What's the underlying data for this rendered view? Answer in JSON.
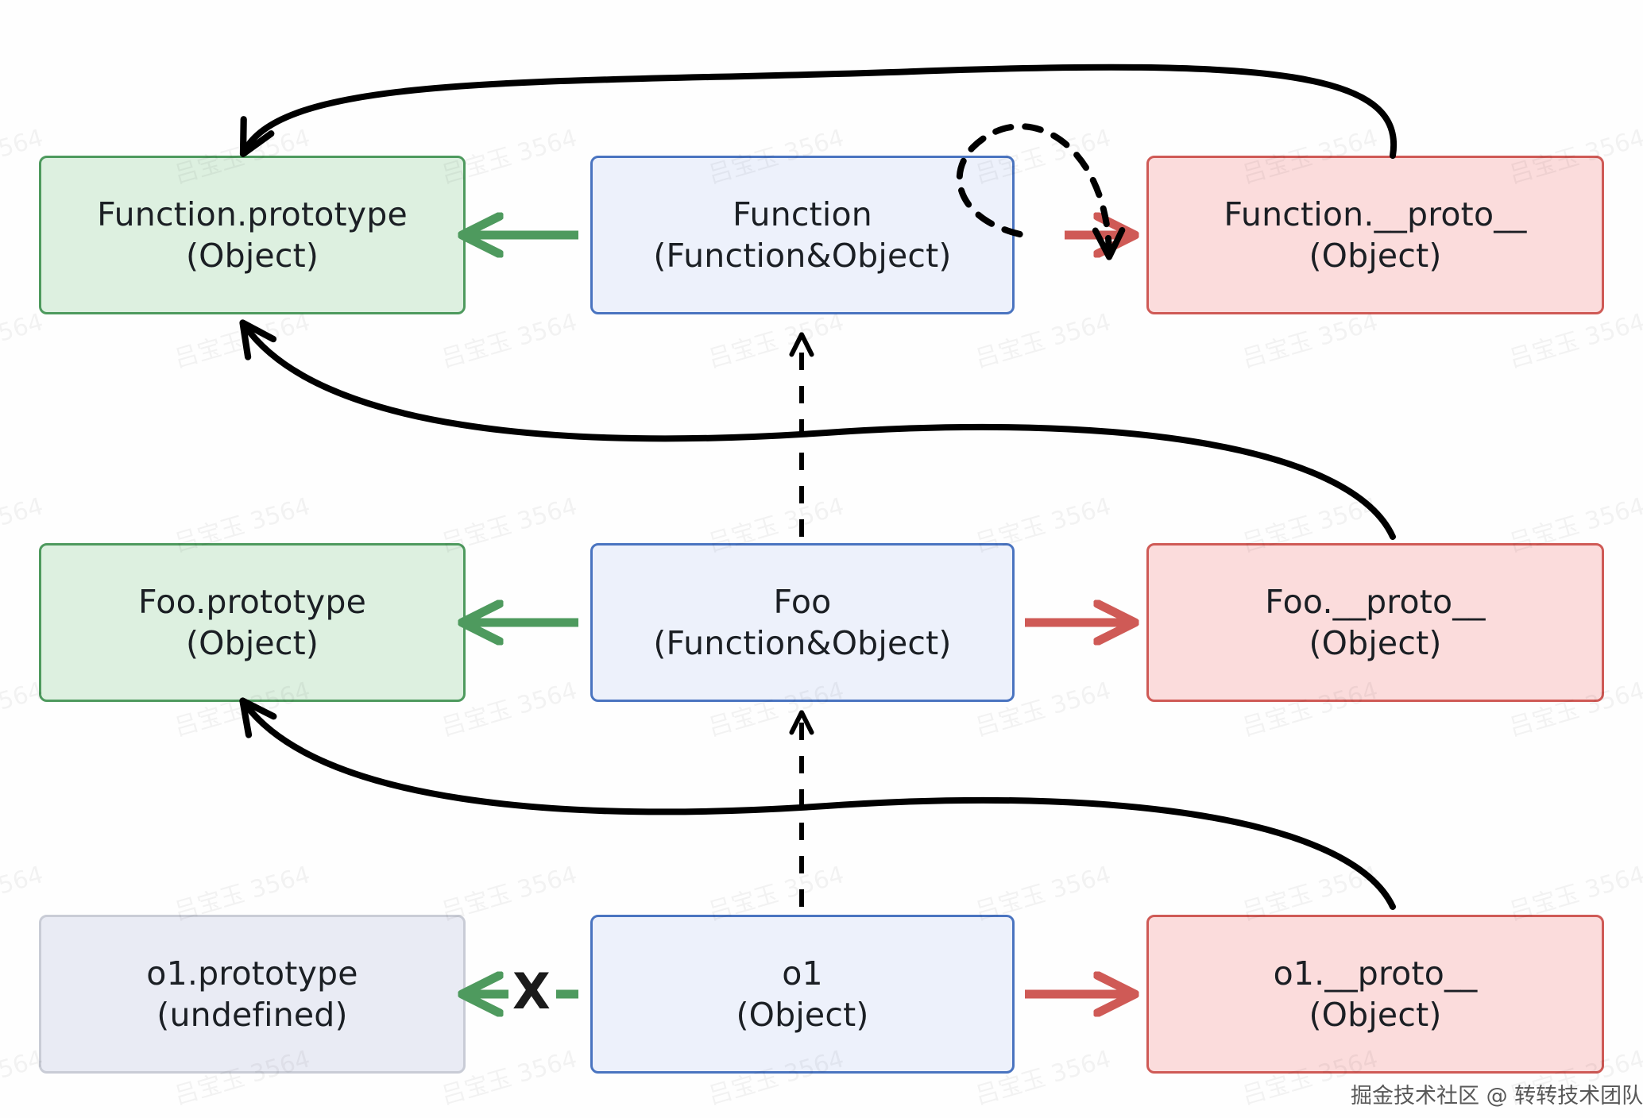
{
  "diagram": {
    "title": "JavaScript prototype chain diagram",
    "background": "#fefefe",
    "colors": {
      "green_fill": "#ddf0e0",
      "green_stroke": "#4e9a5e",
      "blue_fill": "#edf1fb",
      "blue_stroke": "#4a74c0",
      "red_fill": "#fbdcdc",
      "red_stroke": "#cf5a56",
      "grey_fill": "#e9ebf4",
      "grey_stroke": "#c9ccd6",
      "prototype_arrow": "#4e9a5e",
      "proto_arrow": "#cf5a56",
      "chain_arrow": "#000000"
    },
    "nodes": [
      {
        "id": "function-prototype",
        "line1": "Function.prototype",
        "line2": "(Object)",
        "variant": "green"
      },
      {
        "id": "function",
        "line1": "Function",
        "line2": "(Function&Object)",
        "variant": "blue"
      },
      {
        "id": "function-proto",
        "line1": "Function.__proto__",
        "line2": "(Object)",
        "variant": "red"
      },
      {
        "id": "foo-prototype",
        "line1": "Foo.prototype",
        "line2": "(Object)",
        "variant": "green"
      },
      {
        "id": "foo",
        "line1": "Foo",
        "line2": "(Function&Object)",
        "variant": "blue"
      },
      {
        "id": "foo-proto",
        "line1": "Foo.__proto__",
        "line2": "(Object)",
        "variant": "red"
      },
      {
        "id": "o1-prototype",
        "line1": "o1.prototype",
        "line2": "(undefined)",
        "variant": "grey"
      },
      {
        "id": "o1",
        "line1": "o1",
        "line2": "(Object)",
        "variant": "blue"
      },
      {
        "id": "o1-proto",
        "line1": "o1.__proto__",
        "line2": "(Object)",
        "variant": "red"
      }
    ],
    "broken_link_marker": "X",
    "watermark": {
      "text": "吕宝玉 3564"
    },
    "credit": {
      "text": "掘金技术社区 @ 转转技术团队"
    }
  }
}
